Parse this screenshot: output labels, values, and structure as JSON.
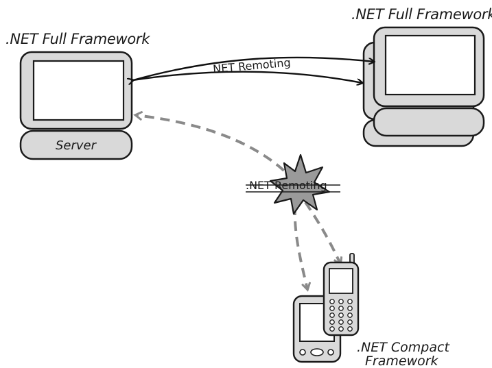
{
  "labels": {
    "server_platform": ".NET Full Framework",
    "client_platform": ".NET Full Framework",
    "server_name": "Server",
    "remoting_top": ".NET Remoting",
    "remoting_blocked": ".NET Remoting",
    "compact_line1": ".NET Compact",
    "compact_line2": "Framework"
  },
  "colors": {
    "device_fill": "#d9d9d9",
    "device_stroke": "#1a1a1a",
    "screen_fill": "#ffffff",
    "dashed_arrow": "#8a8a8a",
    "burst_fill": "#9a9a9a"
  }
}
